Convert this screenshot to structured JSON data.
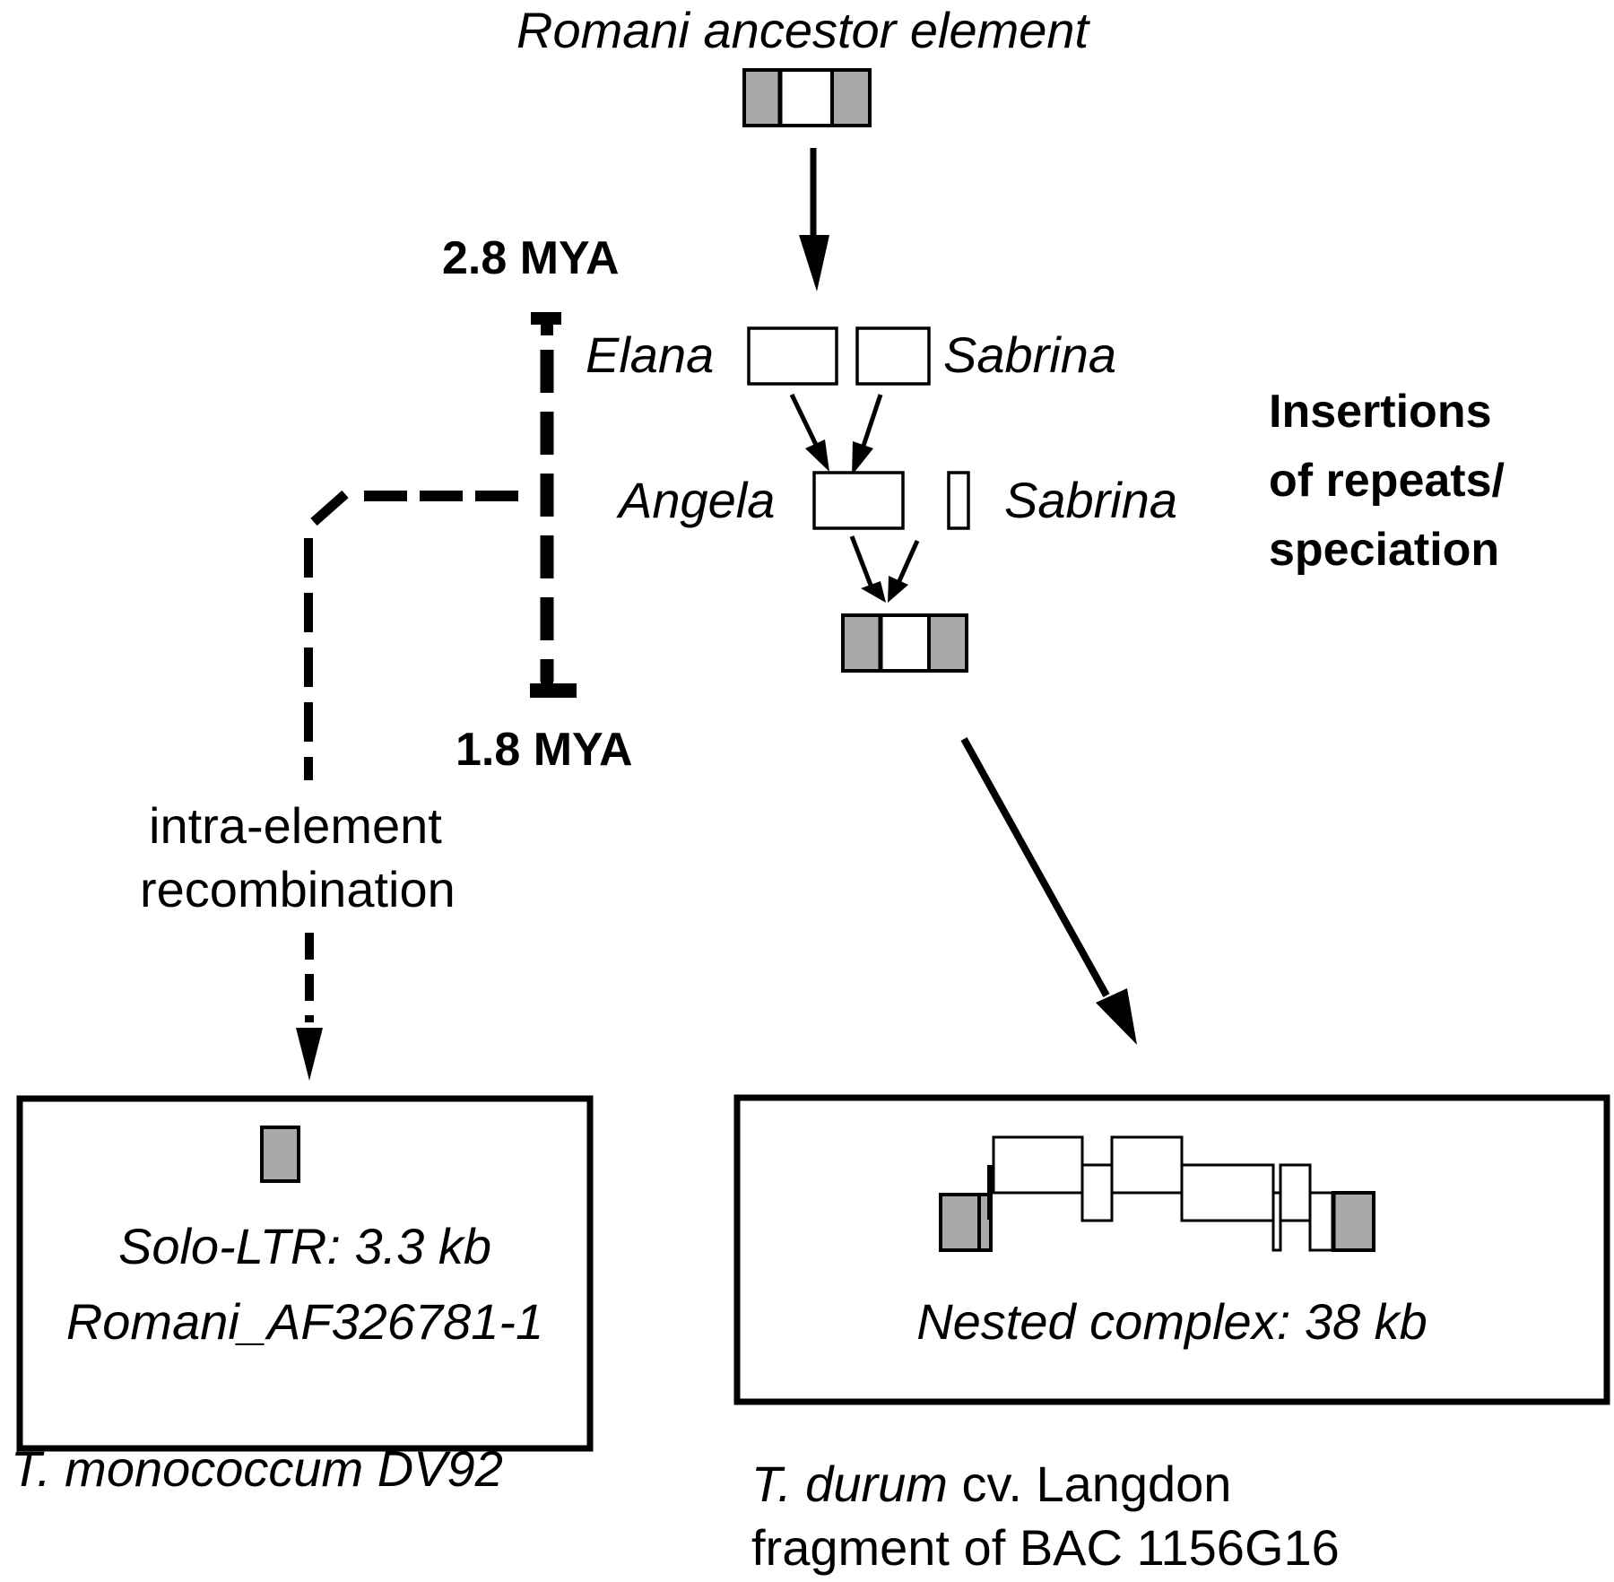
{
  "title": "Romani ancestor element",
  "timeline": {
    "top_label": "2.8 MYA",
    "bottom_label": "1.8 MYA"
  },
  "elements": {
    "elana": "Elana",
    "sabrina_1": "Sabrina",
    "angela": "Angela",
    "sabrina_2": "Sabrina"
  },
  "side_note": {
    "lines": [
      "Insertions",
      "of repeats/",
      "speciation"
    ]
  },
  "recombination_label": {
    "lines": [
      "intra-element",
      "recombination"
    ]
  },
  "left_box": {
    "line1": "Solo-LTR: 3.3 kb",
    "line2": "Romani_AF326781-1"
  },
  "right_box": {
    "line1": "Nested complex: 38 kb"
  },
  "left_caption": "T. monococcum DV92",
  "right_caption": {
    "species": "T. durum",
    "rest": " cv. Langdon",
    "line2": "fragment of BAC 1156G16"
  },
  "colors": {
    "ltr_fill": "#a9a9a9",
    "stroke": "#000000",
    "background": "#ffffff"
  }
}
